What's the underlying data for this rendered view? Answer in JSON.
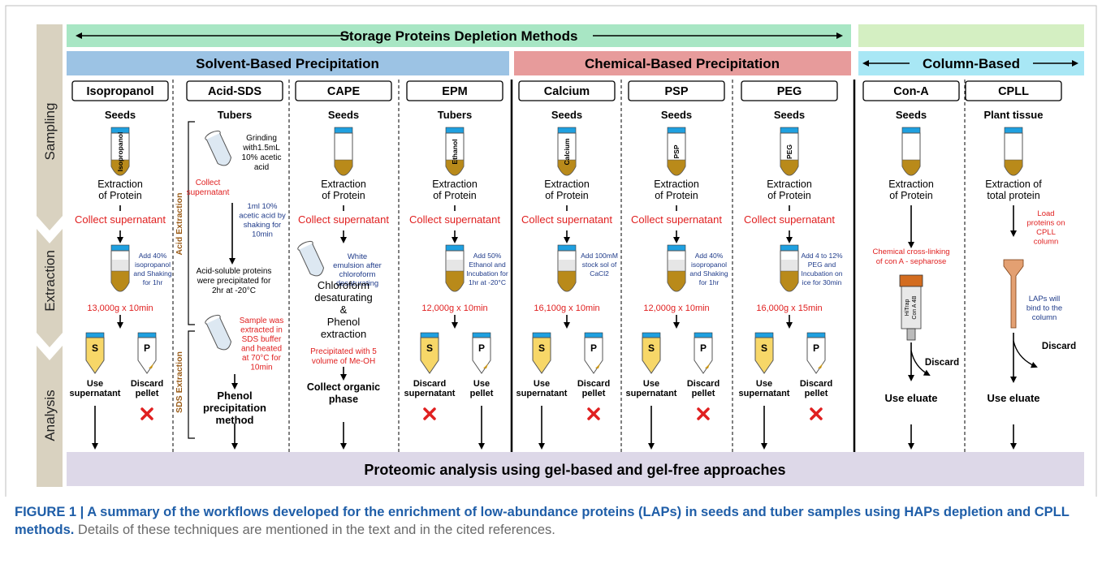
{
  "header": {
    "main_banner": "Storage Proteins Depletion Methods",
    "groups": {
      "solvent": "Solvent-Based Precipitation",
      "chemical": "Chemical-Based Precipitation",
      "column": "Column-Based"
    }
  },
  "sidebar": {
    "stages": [
      "Sampling",
      "Extraction",
      "Analysis"
    ]
  },
  "methods": [
    {
      "id": "isopropanol",
      "name": "Isopropanol",
      "sample": "Seeds",
      "tube_label": "Isopropanol",
      "steps": [
        "Extraction",
        "of Protein"
      ],
      "collect": "Collect supernatant",
      "additive": [
        "Add 40%",
        "isopropanol",
        "and Shaking",
        "for 1hr"
      ],
      "spin": "13,000g x 10min",
      "left_tube": "S",
      "right_tube": "P",
      "left_use": [
        "Use",
        "supernatant"
      ],
      "right_use": [
        "Discard",
        "pellet"
      ],
      "discard_mark": "right"
    },
    {
      "id": "acid-sds",
      "name": "Acid-SDS",
      "sample": "Tubers",
      "acid_label": "Acid Extraction",
      "sds_label": "SDS Extraction",
      "grind": [
        "Grinding",
        "with1.5mL",
        "10% acetic",
        "acid"
      ],
      "collect": [
        "Collect",
        "supernatant"
      ],
      "acetic": [
        "1ml 10%",
        "acetic acid by",
        "shaking for",
        "10min"
      ],
      "precip": [
        "Acid-soluble proteins",
        "were precipitated for",
        "2hr at -20°C"
      ],
      "sds_note": [
        "Sample was",
        "extracted in",
        "SDS buffer",
        "and heated",
        "at 70°C for",
        "10min"
      ],
      "phenol": [
        "Phenol",
        "precipitation",
        "method"
      ]
    },
    {
      "id": "cape",
      "name": "CAPE",
      "sample": "Seeds",
      "steps": [
        "Extraction",
        "of Protein"
      ],
      "collect": "Collect supernatant",
      "emulsion": [
        "White",
        "emulsion after",
        "chloroform",
        "desaturating"
      ],
      "chloro": [
        "Chloroform",
        "desaturating",
        "&",
        "Phenol",
        "extraction"
      ],
      "precip": [
        "Precipitated with 5",
        "volume of Me-OH"
      ],
      "organic": [
        "Collect organic",
        "phase"
      ]
    },
    {
      "id": "epm",
      "name": "EPM",
      "sample": "Tubers",
      "tube_label": "Ethanol",
      "steps": [
        "Extraction",
        "of Protein"
      ],
      "collect": "Collect supernatant",
      "additive": [
        "Add 50%",
        "Ethanol and",
        "Incubation for",
        "1hr at -20°C"
      ],
      "spin": "12,000g x 10min",
      "left_tube": "S",
      "right_tube": "P",
      "left_use": [
        "Discard",
        "supernatant"
      ],
      "right_use": [
        "Use",
        "pellet"
      ],
      "discard_mark": "left"
    },
    {
      "id": "calcium",
      "name": "Calcium",
      "sample": "Seeds",
      "tube_label": "Calcium",
      "steps": [
        "Extraction",
        "of Protein"
      ],
      "collect": "Collect supernatant",
      "additive": [
        "Add 100mM",
        "stock sol of",
        "CaCl2"
      ],
      "spin": "16,100g x 10min",
      "left_tube": "S",
      "right_tube": "P",
      "left_use": [
        "Use",
        "supernatant"
      ],
      "right_use": [
        "Discard",
        "pellet"
      ],
      "discard_mark": "right"
    },
    {
      "id": "psp",
      "name": "PSP",
      "sample": "Seeds",
      "tube_label": "PSP",
      "steps": [
        "Extraction",
        "of Protein"
      ],
      "collect": "Collect supernatant",
      "additive": [
        "Add 40%",
        "isopropanol",
        "and Shaking",
        "for 1hr"
      ],
      "spin": "12,000g x 10min",
      "left_tube": "S",
      "right_tube": "P",
      "left_use": [
        "Use",
        "supernatant"
      ],
      "right_use": [
        "Discard",
        "pellet"
      ],
      "discard_mark": "right"
    },
    {
      "id": "peg",
      "name": "PEG",
      "sample": "Seeds",
      "tube_label": "PEG",
      "steps": [
        "Extraction",
        "of Protein"
      ],
      "collect": "Collect supernatant",
      "additive": [
        "Add 4 to 12%",
        "PEG and",
        "Incubation on",
        "ice for 30min"
      ],
      "spin": "16,000g x 15min",
      "left_tube": "S",
      "right_tube": "P",
      "left_use": [
        "Use",
        "supernatant"
      ],
      "right_use": [
        "Discard",
        "pellet"
      ],
      "discard_mark": "right"
    },
    {
      "id": "con-a",
      "name": "Con-A",
      "sample": "Seeds",
      "steps": [
        "Extraction",
        "of Protein"
      ],
      "crosslink": [
        "Chemical cross-linking",
        "of con A - sepharose"
      ],
      "column_label": [
        "HiTrap",
        "Con A 4B"
      ],
      "discard": "Discard",
      "use": "Use eluate"
    },
    {
      "id": "cpll",
      "name": "CPLL",
      "sample": "Plant tissue",
      "steps": [
        "Extraction of",
        "total protein"
      ],
      "load": [
        "Load",
        "proteins on",
        "CPLL",
        "column"
      ],
      "bind": [
        "LAPs will",
        "bind to the",
        "column"
      ],
      "discard": "Discard",
      "use": "Use eluate"
    }
  ],
  "footer_banner": "Proteomic analysis using gel-based and gel-free approaches",
  "caption": {
    "bold": "FIGURE 1 | A summary of the workflows developed for the enrichment of low-abundance proteins (LAPs) in seeds and tuber samples using HAPs depletion and CPLL methods.",
    "normal": " Details of these techniques are mentioned in the text and in the cited references."
  },
  "colors": {
    "banner_green": "#a8e6c4",
    "solvent_blue": "#9cc3e4",
    "chemical_pink": "#e79b9b",
    "column_cyan": "#a8e7f5",
    "column_green": "#d4efc2",
    "footer_lilac": "#ddd8e8",
    "sidebar": "#d9d2c0",
    "red_text": "#e02020",
    "blue_text": "#1f3b8a",
    "brown_label": "#9a5b16",
    "caption_blue": "#1f5ea8"
  }
}
